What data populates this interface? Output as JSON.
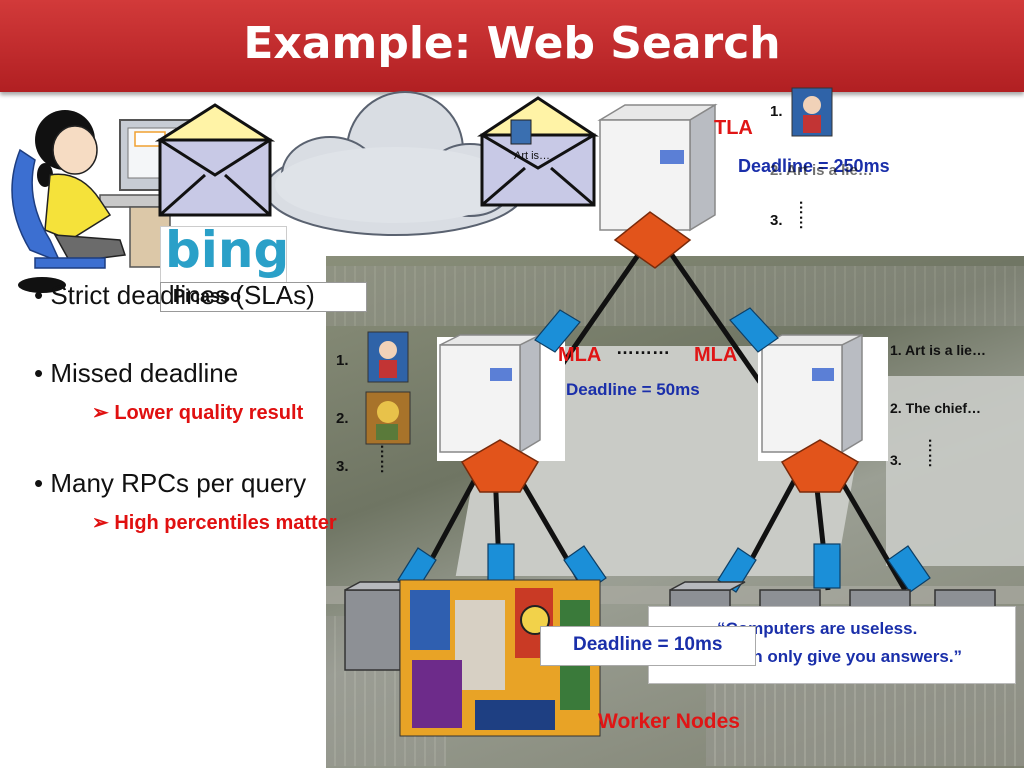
{
  "slide": {
    "title": "Example: Web Search"
  },
  "bullets": [
    {
      "text": "• Strict deadlines (SLAs)"
    },
    {
      "text": "• Missed deadline",
      "sub": "➢ Lower quality result"
    },
    {
      "text": "• Many RPCs per query",
      "sub": "➢ High percentiles matter"
    }
  ],
  "search": {
    "logo_text": "bing",
    "query": "Picasso"
  },
  "envelope_text": "Art is…",
  "tla": {
    "label": "TLA",
    "deadline": "Deadline = 250ms",
    "results": [
      "1.",
      "2. Art is a lie…",
      "3."
    ],
    "dots": "……"
  },
  "mla": {
    "label_left": "MLA",
    "label_right": "MLA",
    "dots_between": "………",
    "deadline": "Deadline = 50ms",
    "left_results": [
      "1.",
      "2.",
      "3."
    ],
    "right_results": [
      "1. Art is a lie…",
      "2. The chief…",
      "3."
    ],
    "dots": "……"
  },
  "workers": {
    "deadline": "Deadline = 10ms",
    "label": "Worker Nodes",
    "quote_line1": "“Computers are useless.",
    "quote_line2": "They can only give you answers.”"
  },
  "colors": {
    "title_bar": "#c02a2c",
    "accent_red": "#e01515",
    "deadline_blue": "#1a2faa",
    "connector_orange": "#e2541b",
    "connector_blue": "#1b8fd8"
  }
}
